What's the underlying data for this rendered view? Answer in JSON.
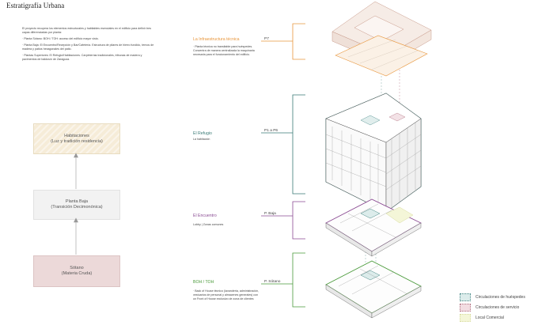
{
  "title": "Estratigrafía Urbana",
  "intro": [
    "El proyecto recupera los elementos estructurales y habitables esenciales en el edificio para definir tres capas diferenciadas por planta:",
    "· Planta Sótano: BOH / TOH: acceso del edificio mayor visto.",
    "· Planta Baja: El Encuentro/Recepción y Bar/Cafetería. Estructura de pilares de hierro fundido, ternos de madera y patios hexagonales del patio.",
    "· Plantas Superiores: El Refugio/Habitaciones. Carpinterías tradicionales, tribunas de madera y pavimentos de baldosín de Zaragoza."
  ],
  "boxes": {
    "hab": {
      "line1": "Habitaciones",
      "line2": "(Luz y tradición residencia)"
    },
    "pb": {
      "line1": "Planta Baja",
      "line2": "(Transición Decimonónica)"
    },
    "sot": {
      "line1": "Sótano",
      "line2": "(Materia Cruda)"
    }
  },
  "sections": [
    {
      "title": "La Infraestructura técnica",
      "desc": "· Planta técnica no transitable para huéspedes. Concentra de manera centralizada la maquinaria necesaria para el funcionamiento del edificio.",
      "level": "P7",
      "color": "#e8963c"
    },
    {
      "title": "El Refugio",
      "desc": "La habitación",
      "level": "P1 a P6",
      "color": "#3a7a76"
    },
    {
      "title": "El Encuentro",
      "desc": "Lobby | Zonas comunes",
      "level": "P. Baja",
      "color": "#8a4a92"
    },
    {
      "title": "BOH / TOH",
      "desc": "· Back of House técnico (lavandería, administración, vestuarios de personal y almacenes generales) con un Front of House exclusivo de zona de clientes",
      "level": "P. Sótano",
      "color": "#4a9a3a"
    }
  ],
  "legend": [
    {
      "label": "Circulaciones de huéspedes",
      "color": "#4a8a88",
      "fill": "#dceceb"
    },
    {
      "label": "Circulaciones de servicio",
      "color": "#b07080",
      "fill": "#f2dde2"
    },
    {
      "label": "Local Comercial",
      "color": "#d8dca0",
      "fill": "#f4f6d8"
    }
  ]
}
